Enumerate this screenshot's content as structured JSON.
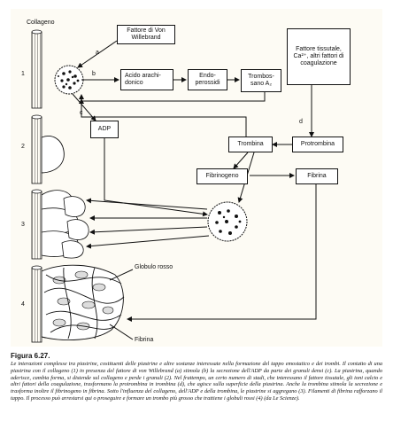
{
  "figure": {
    "labels": {
      "collagen": "Collageno",
      "a": "a",
      "b": "b",
      "c": "c",
      "d": "d",
      "stage1": "1",
      "stage2": "2",
      "stage3": "3",
      "stage4": "4",
      "red_cell": "Globulo rosso",
      "fibrin_label": "Fibrina"
    },
    "boxes": {
      "von_willebrand": "Fattore di Von Willebrand",
      "arachidonic": "Acido arachi-donico",
      "endoperoxides": "Endo-perossidi",
      "thromboxane": "Trombos-sano A₂",
      "tissue_factor": "Fattore tissutale, Ca²⁺, altri fattori di coagulazione",
      "adp": "ADP",
      "thrombin": "Trombina",
      "prothrombin": "Protrombina",
      "fibrinogen": "Fibrinogeno",
      "fibrin": "Fibrina"
    }
  },
  "caption": {
    "title": "Figura 6.27.",
    "text": "Le interazioni complesse tra piastrine, costituenti delle piastrine e altre sostanze interessate nella formazione del tappo emostatico e dei trombi. Il contatto di una piastrina con il collageno (1) in presenza del fattore di von Willebrand (a) stimola (b) la secrezione dell'ADP da parte dei granuli densi (c). La piastrina, quando aderisce, cambia forma, si distende sul collageno e perde i granuli (2). Nel frattempo, un certo numero di stadi, che interessano il fattore tissutale, gli ioni calcio e altri fattori della coagulazione, trasformano la protrombina in trombina (d), che agisce sulla superficie della piastrina. Anche la trombina stimola la secrezione e trasforma inoltre il fibrinogeno in fibrina. Sotto l'influenza del collageno, dell'ADP e della trombina, le piastrine si aggregano (3). Filamenti di fibrina rafforzano il tappo. Il processo può arrestarsi qui o proseguire e formare un trombo più grosso che trattiene i globuli rossi (4) (da Le Scienze)."
  }
}
